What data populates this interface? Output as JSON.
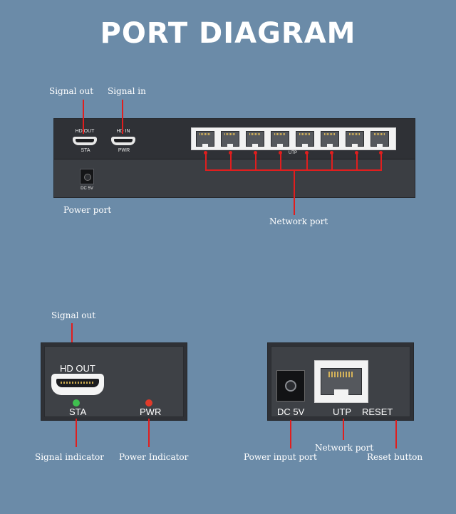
{
  "title": "PORT DIAGRAM",
  "transmitter": {
    "captions": {
      "signal_out": "Signal out",
      "signal_in": "Signal in",
      "power_port": "Power port",
      "network_port": "Network port"
    },
    "panel_labels": {
      "hd_out": "HD OUT",
      "sta": "STA",
      "hd_in": "HD IN",
      "pwr": "PWR",
      "utp": "UTP",
      "dc5v": "DC 5V"
    },
    "network_port_count": 8
  },
  "receiver_left": {
    "captions": {
      "signal_out": "Signal out",
      "signal_indicator": "Signal indicator",
      "power_indicator": "Power Indicator"
    },
    "panel_labels": {
      "hd_out": "HD OUT",
      "sta": "STA",
      "pwr": "PWR"
    },
    "colors": {
      "sta_led": "#3fbf4f",
      "pwr_led": "#e03a2a"
    }
  },
  "receiver_right": {
    "captions": {
      "power_input_port": "Power input port",
      "network_port": "Network port",
      "reset_button": "Reset button"
    },
    "panel_labels": {
      "dc5v": "DC 5V",
      "utp": "UTP",
      "reset": "RESET"
    }
  },
  "colors": {
    "background": "#6b8ba8",
    "leader_line": "#e01e1e",
    "device": "#3c3f44"
  }
}
